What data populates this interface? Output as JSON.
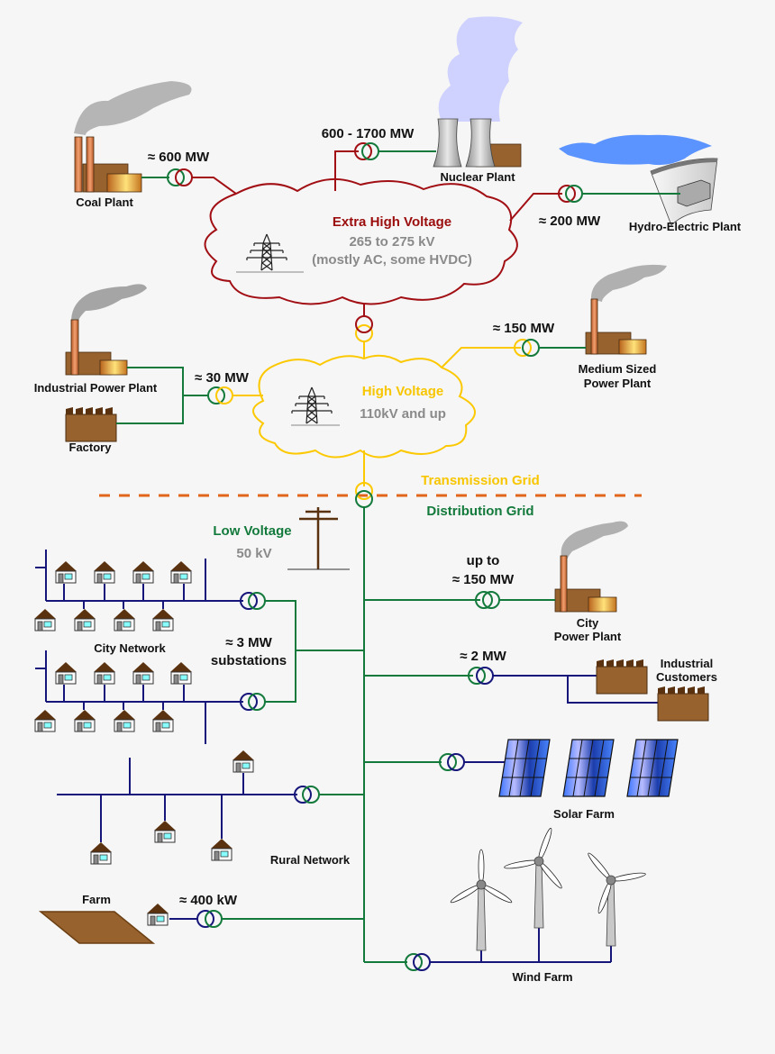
{
  "colors": {
    "background": "#f6f6f6",
    "extra_high_voltage": "#a10f14",
    "high_voltage": "#fcc800",
    "distribution": "#137a3c",
    "low_voltage_local": "#16167a",
    "grid_divider": "#e2661a",
    "building_brown": "#97622e",
    "solar_blue": "#3f78ff",
    "water_blue": "#5b93ff",
    "text_gray": "#8a8a8a"
  },
  "clouds": {
    "extra_high": {
      "title": "Extra High Voltage",
      "line1": "265 to 275 kV",
      "line2": "(mostly AC, some HVDC)"
    },
    "high": {
      "title": "High Voltage",
      "line1": "110kV and up"
    }
  },
  "low_voltage": {
    "title": "Low Voltage",
    "line1": "50 kV"
  },
  "grid_divider": {
    "upper": "Transmission Grid",
    "lower": "Distribution Grid"
  },
  "generators": {
    "coal": {
      "label": "Coal Plant",
      "capacity": "≈ 600  MW"
    },
    "nuclear": {
      "label": "Nuclear Plant",
      "capacity": "600 - 1700  MW"
    },
    "hydro": {
      "label": "Hydro-Electric Plant",
      "capacity": "≈ 200  MW"
    },
    "medium": {
      "label_line1": "Medium Sized",
      "label_line2": "Power Plant",
      "capacity": "≈ 150  MW"
    },
    "industrial": {
      "label": "Industrial Power Plant",
      "capacity": "≈ 30 MW"
    },
    "factory": {
      "label": "Factory"
    },
    "city_plant": {
      "label_line1": "City",
      "label_line2": "Power Plant",
      "capacity_line1": "up to",
      "capacity_line2": "≈ 150  MW"
    }
  },
  "consumers": {
    "industrial_customers": {
      "label_line1": "Industrial",
      "label_line2": "Customers",
      "capacity": "≈ 2  MW"
    },
    "city_network": {
      "label": "City Network",
      "capacity_line1": "≈ 3  MW",
      "capacity_line2": "substations"
    },
    "rural_network": {
      "label": "Rural Network"
    },
    "farm": {
      "label": "Farm",
      "capacity": "≈ 400 kW"
    },
    "solar": {
      "label": "Solar Farm"
    },
    "wind": {
      "label": "Wind Farm"
    }
  }
}
